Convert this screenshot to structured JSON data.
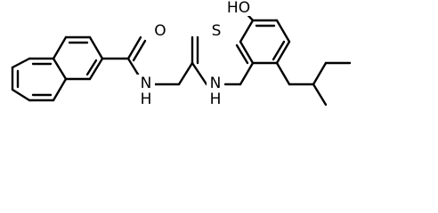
{
  "structure": {
    "atoms": {
      "o_carbonyl": "O",
      "n_amide": "N",
      "n_amide_h": "H",
      "s_thio": "S",
      "n_anilino": "N",
      "n_anilino_h": "H",
      "o_hydroxyl": "HO"
    }
  },
  "colors": {
    "bond": "#000000",
    "label": "#000000",
    "background": "#ffffff"
  }
}
